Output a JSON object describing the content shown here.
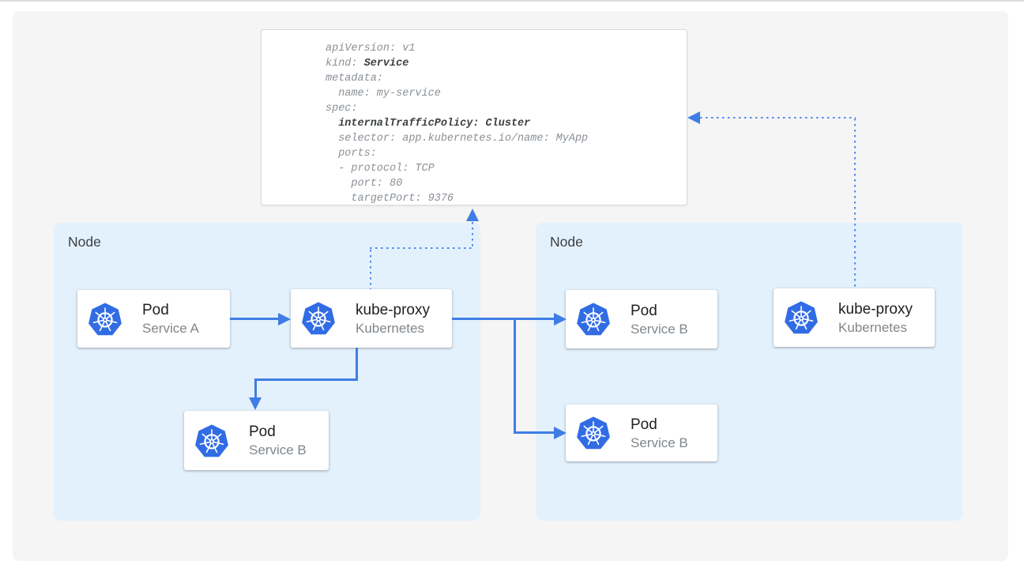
{
  "colors": {
    "panel_bg": "#f5f5f6",
    "node_bg": "#e3f1fc",
    "arrow_blue": "#3f7de6",
    "dotted_blue": "#5088ef",
    "kubernetes_blue": "#326ce5",
    "title_text": "#212124",
    "subtitle_text": "#80868b",
    "code_gray": "#8a9096",
    "code_bold": "#3c4043"
  },
  "nodes": {
    "left": {
      "label": "Node"
    },
    "right": {
      "label": "Node"
    }
  },
  "cards": {
    "pod_a": {
      "title": "Pod",
      "subtitle": "Service A",
      "icon": "kubernetes-icon"
    },
    "kp_left": {
      "title": "kube-proxy",
      "subtitle": "Kubernetes",
      "icon": "kubernetes-icon"
    },
    "pod_b_left": {
      "title": "Pod",
      "subtitle": "Service B",
      "icon": "kubernetes-icon"
    },
    "pod_b1_right": {
      "title": "Pod",
      "subtitle": "Service B",
      "icon": "kubernetes-icon"
    },
    "pod_b2_right": {
      "title": "Pod",
      "subtitle": "Service B",
      "icon": "kubernetes-icon"
    },
    "kp_right": {
      "title": "kube-proxy",
      "subtitle": "Kubernetes",
      "icon": "kubernetes-icon"
    }
  },
  "yaml": {
    "lines": [
      {
        "segments": [
          {
            "text": "apiVersion: v1",
            "bold": false
          }
        ]
      },
      {
        "segments": [
          {
            "text": "kind: ",
            "bold": false
          },
          {
            "text": "Service",
            "bold": true
          }
        ]
      },
      {
        "segments": [
          {
            "text": "metadata:",
            "bold": false
          }
        ]
      },
      {
        "segments": [
          {
            "text": "  name: my-service",
            "bold": false
          }
        ]
      },
      {
        "segments": [
          {
            "text": "spec:",
            "bold": false
          }
        ]
      },
      {
        "segments": [
          {
            "text": "  ",
            "bold": false
          },
          {
            "text": "internalTrafficPolicy: Cluster",
            "bold": true
          }
        ]
      },
      {
        "segments": [
          {
            "text": "  selector: app.kubernetes.io/name: MyApp",
            "bold": false
          }
        ]
      },
      {
        "segments": [
          {
            "text": "  ports:",
            "bold": false
          }
        ]
      },
      {
        "segments": [
          {
            "text": "  - protocol: TCP",
            "bold": false
          }
        ]
      },
      {
        "segments": [
          {
            "text": "    port: 80",
            "bold": false
          }
        ]
      },
      {
        "segments": [
          {
            "text": "    targetPort: 9376",
            "bold": false
          }
        ]
      }
    ]
  }
}
